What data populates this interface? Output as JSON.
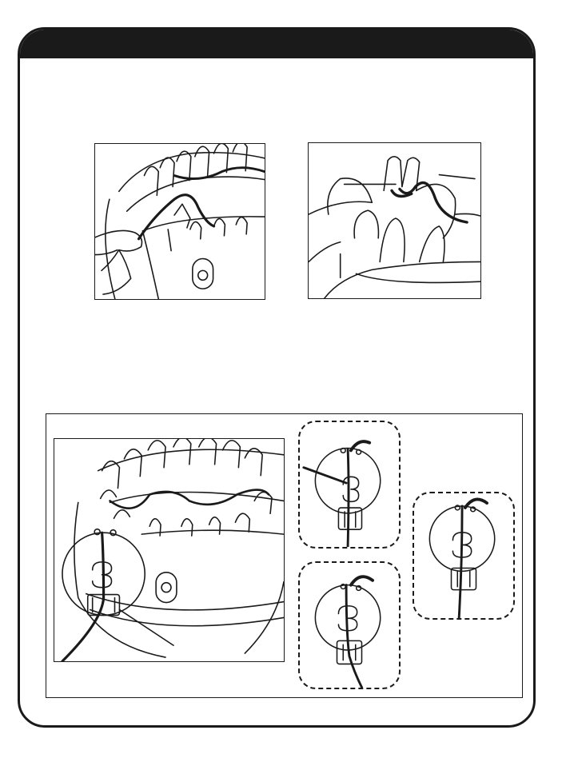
{
  "page": {
    "header_title": "",
    "figures": [
      {
        "id": "fig-1",
        "caption": ""
      },
      {
        "id": "fig-2",
        "caption": ""
      },
      {
        "id": "fig-3",
        "caption": ""
      }
    ],
    "detail_views": [
      {
        "id": "detail-a"
      },
      {
        "id": "detail-b"
      },
      {
        "id": "detail-c"
      }
    ]
  },
  "colors": {
    "ink": "#1a1a1a",
    "paper": "#ffffff"
  },
  "icons": {
    "hand": "hand-icon",
    "knitting-loom": "knitting-loom-icon",
    "yarn-clip": "yarn-clip-icon"
  }
}
